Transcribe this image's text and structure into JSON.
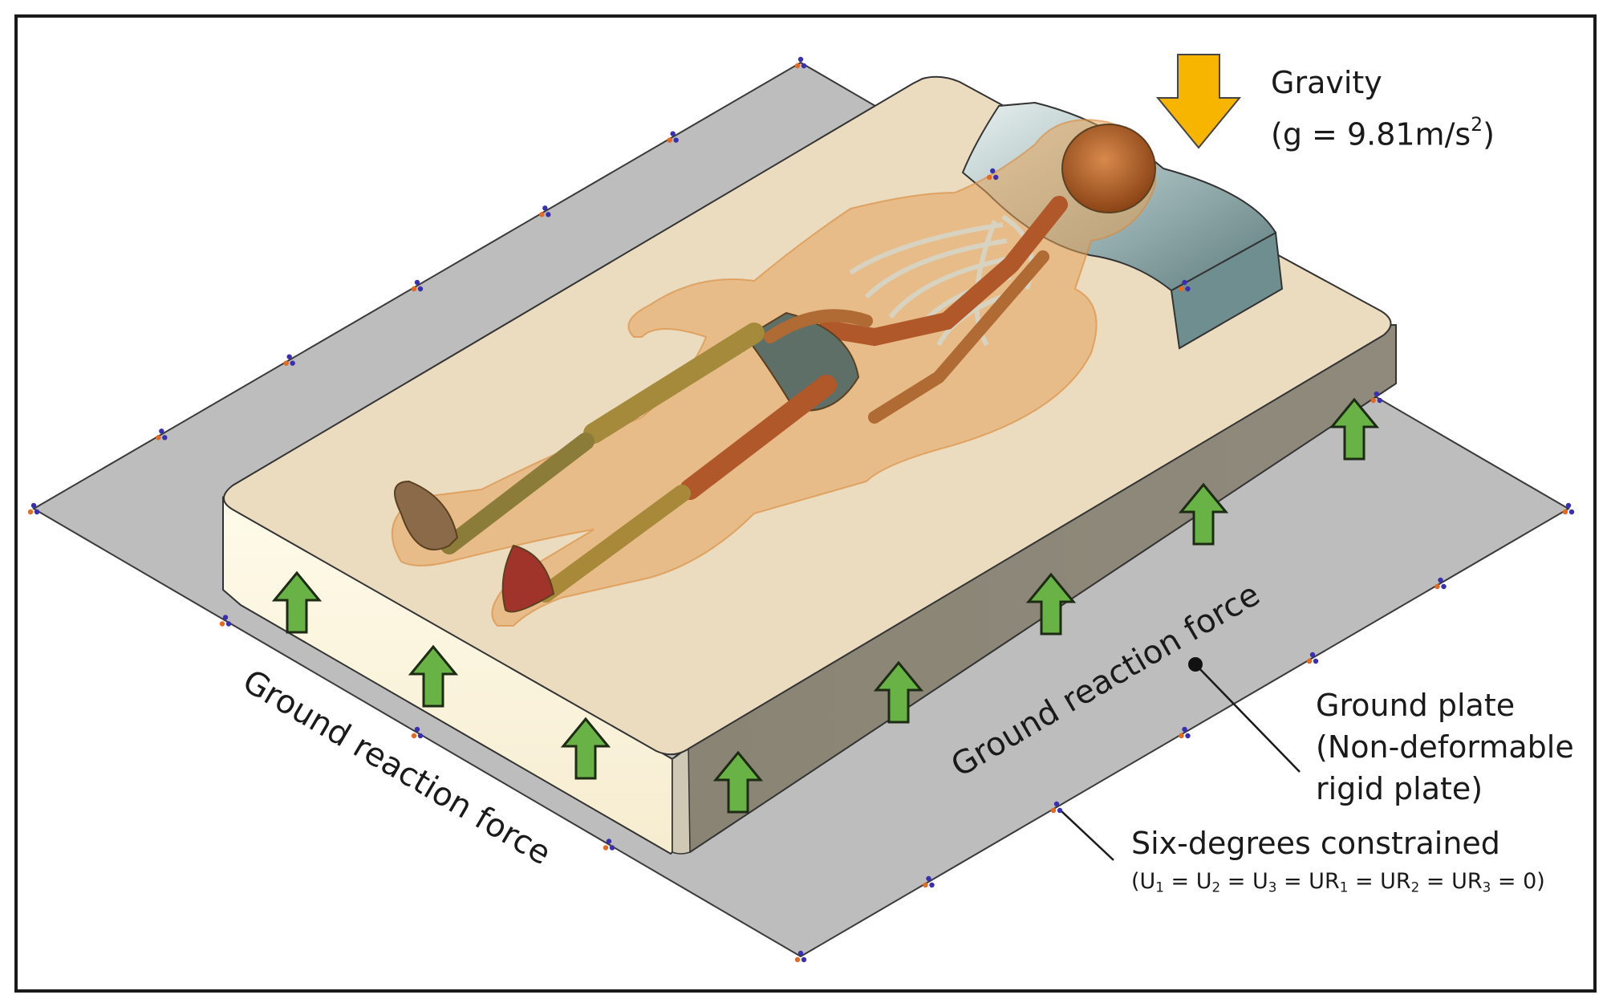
{
  "gravity": {
    "title": "Gravity",
    "value_prefix": "(g = 9.81m/s",
    "value_sup": "2",
    "value_suffix": ")"
  },
  "ground_plate": {
    "line1": "Ground plate",
    "line2": "(Non-deformable",
    "line3": "rigid plate)"
  },
  "constraint": {
    "title": "Six-degrees constrained",
    "eq": [
      {
        "t": "(U"
      },
      {
        "s": "1"
      },
      {
        "t": " = U"
      },
      {
        "s": "2"
      },
      {
        "t": " = U"
      },
      {
        "s": "3"
      },
      {
        "t": " = UR"
      },
      {
        "s": "1"
      },
      {
        "t": " = UR"
      },
      {
        "s": "2"
      },
      {
        "t": " = UR"
      },
      {
        "s": "3"
      },
      {
        "t": " = 0)"
      }
    ]
  },
  "grf_left": "Ground reaction force",
  "grf_right": "Ground reaction force",
  "colors": {
    "frame": "#1a1a1a",
    "plate": "#bebebe",
    "mattress_top": "#ebdcc0",
    "mattress_front": "#fdf6df",
    "mattress_side": "#8c8779",
    "pillow": "#a7bcbc",
    "gravity_arrow": "#f7b500",
    "force_arrow": "#69b245"
  }
}
